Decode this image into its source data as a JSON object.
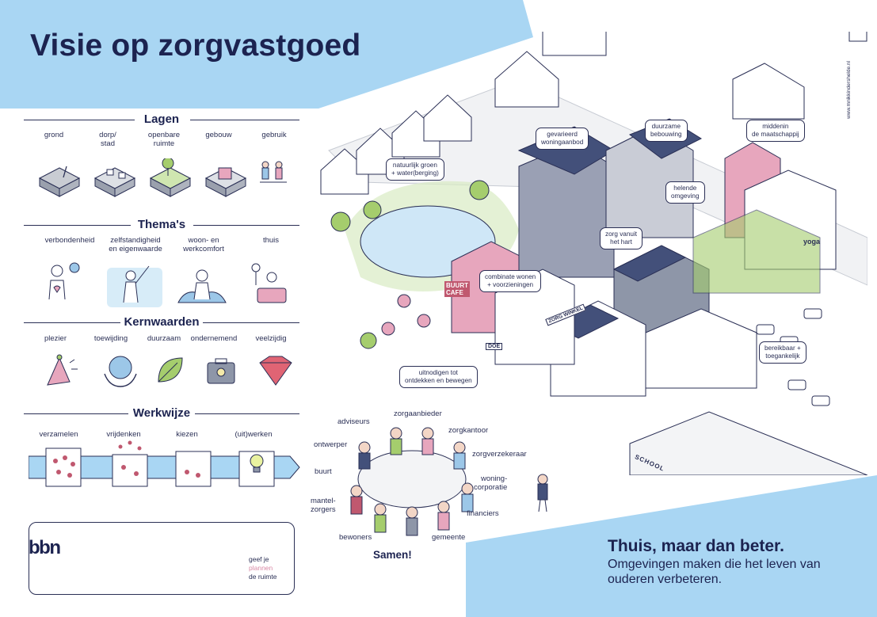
{
  "title": "Visie op zorgvastgoed",
  "lagen": {
    "heading": "Lagen",
    "items": [
      "grond",
      "dorp/\nstad",
      "openbare\nruimte",
      "gebouw",
      "gebruik"
    ]
  },
  "themas": {
    "heading": "Thema's",
    "items": [
      "verbondenheid",
      "zelfstandigheid\nen eigenwaarde",
      "woon- en\nwerkcomfort",
      "thuis"
    ]
  },
  "kernwaarden": {
    "heading": "Kernwaarden",
    "items": [
      "plezier",
      "toewijding",
      "duurzaam",
      "ondernemend",
      "veelzijdig"
    ]
  },
  "werkwijze": {
    "heading": "Werkwijze",
    "items": [
      "verzamelen",
      "vrijdenken",
      "kiezen",
      "(uit)werken"
    ]
  },
  "logo": {
    "name": "bbn",
    "tagline_1": "geef je",
    "tagline_2": "plannen",
    "tagline_3": "de ruimte"
  },
  "callouts": {
    "natuurlijk_groen": "natuurlijk groen\n+ water(berging)",
    "gevarieerd": "gevarieerd\nwoningaanbod",
    "duurzame": "duurzame\nbebouwing",
    "middenin": "middenin\nde maatschappij",
    "helende": "helende\nomgeving",
    "zorg_vanuit": "zorg vanuit\nhet hart",
    "combinatie": "combinate wonen\n+ voorzieningen",
    "uitnodigen": "uitnodigen tot\nontdekken en bewegen",
    "bereikbaar": "bereikbaar +\ntoegankelijk"
  },
  "signs": {
    "buurt_cafe": "BUURT\nCAFE",
    "school": "SCHOOL",
    "yoga": "yoga",
    "zorg_winkel": "ZORG WINKEL",
    "doe": "DOE"
  },
  "actors": {
    "adviseurs": "adviseurs",
    "zorgaanbieder": "zorgaanbieder",
    "zorgkantoor": "zorgkantoor",
    "ontwerper": "ontwerper",
    "zorgverzekeraar": "zorgverzekeraar",
    "buurt": "buurt",
    "woningcorporatie": "woning-\ncorporatie",
    "mantelzorgers": "mantel-\nzorgers",
    "financiers": "financiers",
    "bewoners": "bewoners",
    "gemeente": "gemeente",
    "samen": "Samen!"
  },
  "slogan": "Thuis, maar dan beter.",
  "subtitle": "Omgevingen maken die het leven van ouderen verbeteren.",
  "credit": "www.mnikkindershelde.nl",
  "colors": {
    "navy": "#1c2350",
    "lightblue": "#a9d6f3",
    "pink": "#e7a6bd",
    "green": "#a5cd6d",
    "grey": "#8e96a8"
  }
}
